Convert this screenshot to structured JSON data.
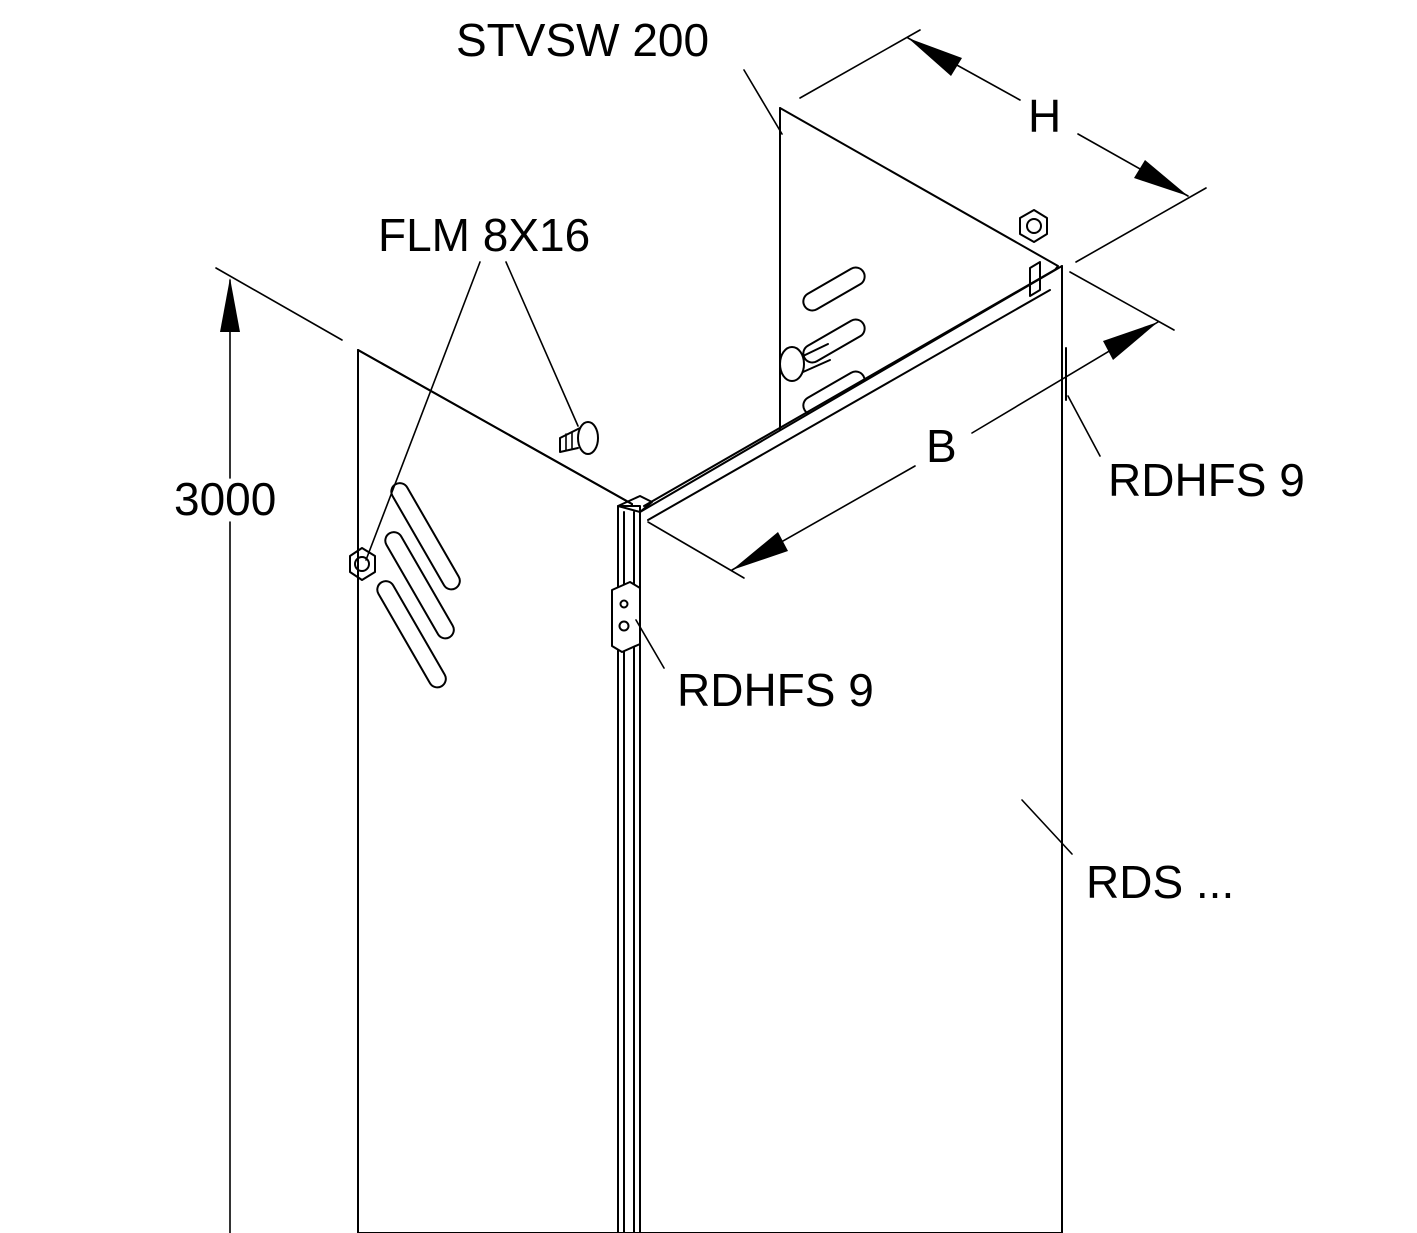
{
  "labels": {
    "cover_part": "STVSW 200",
    "screw_part": "FLM 8X16",
    "connector_top": "RDHFS 9",
    "connector_middle": "RDHFS 9",
    "riser_part": "RDS ...",
    "height_dim": "3000",
    "width_dim": "B",
    "depth_dim": "H"
  }
}
